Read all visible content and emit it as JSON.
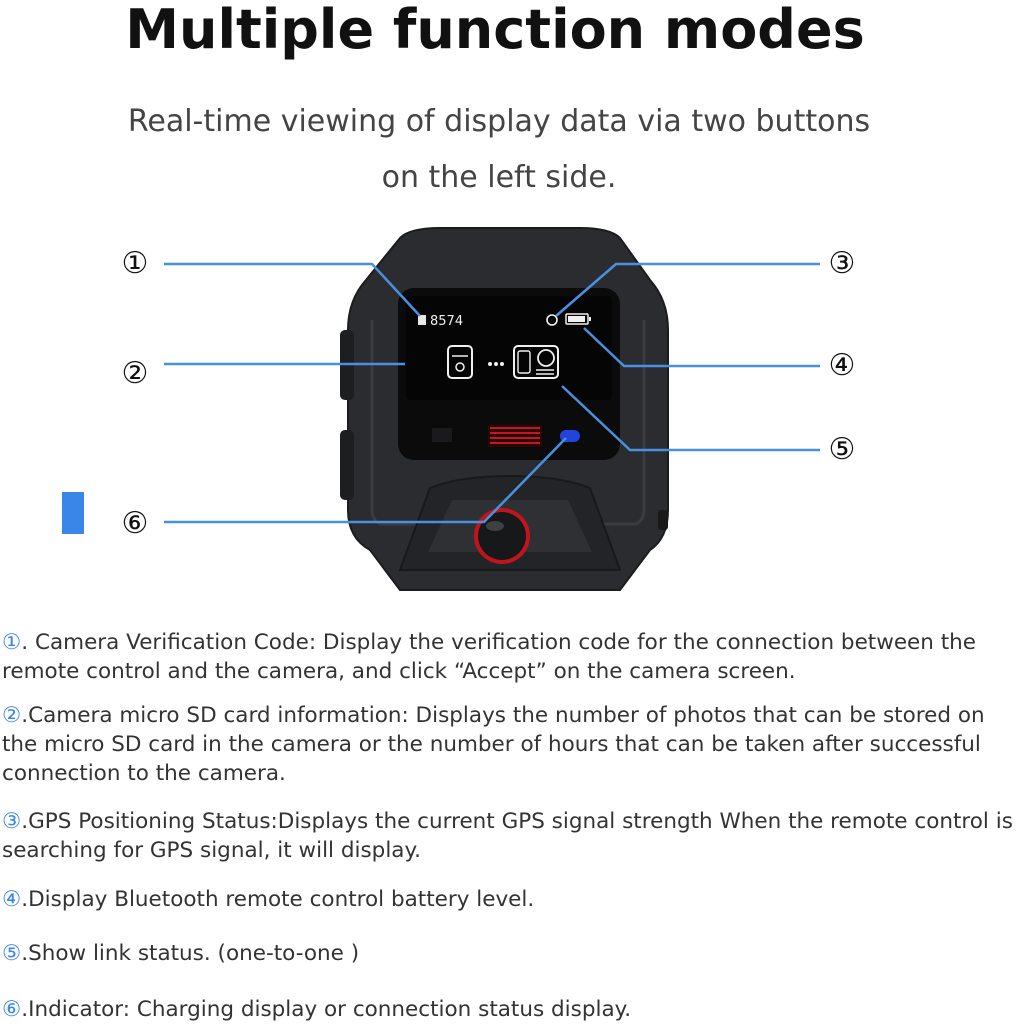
{
  "header": {
    "title": "Multiple function modes",
    "subtitle_line1": "Real-time viewing of display data via two buttons",
    "subtitle_line2": "on the left side."
  },
  "screen": {
    "code": "8574"
  },
  "callouts": {
    "c1": "①",
    "c2": "②",
    "c3": "③",
    "c4": "④",
    "c5": "⑤",
    "c6": "⑥"
  },
  "colors": {
    "accent_blue": "#3a86e8",
    "line_blue": "#4a90e2",
    "device_body": "#2a2c2f",
    "screen": "#0b0b0c",
    "button_ring": "#d0202a"
  },
  "descriptions": [
    {
      "num": "①",
      "text": ". Camera Verification Code: Display the verification code for the connection between the remote control and the camera, and click “Accept” on the camera screen."
    },
    {
      "num": "②",
      "text": ".Camera micro SD card information: Displays the number of photos that can be stored on the micro SD card in the camera or the number of hours that can be taken after successful connection to the camera."
    },
    {
      "num": "③",
      "text": ".GPS Positioning Status:Displays the current GPS signal strength When the remote control is searching for GPS signal, it will display."
    },
    {
      "num": "④",
      "text": ".Display Bluetooth remote control battery level."
    },
    {
      "num": "⑤",
      "text": ".Show link status. (one-to-one )"
    },
    {
      "num": "⑥",
      "text": ".Indicator: Charging display or connection status display."
    }
  ]
}
